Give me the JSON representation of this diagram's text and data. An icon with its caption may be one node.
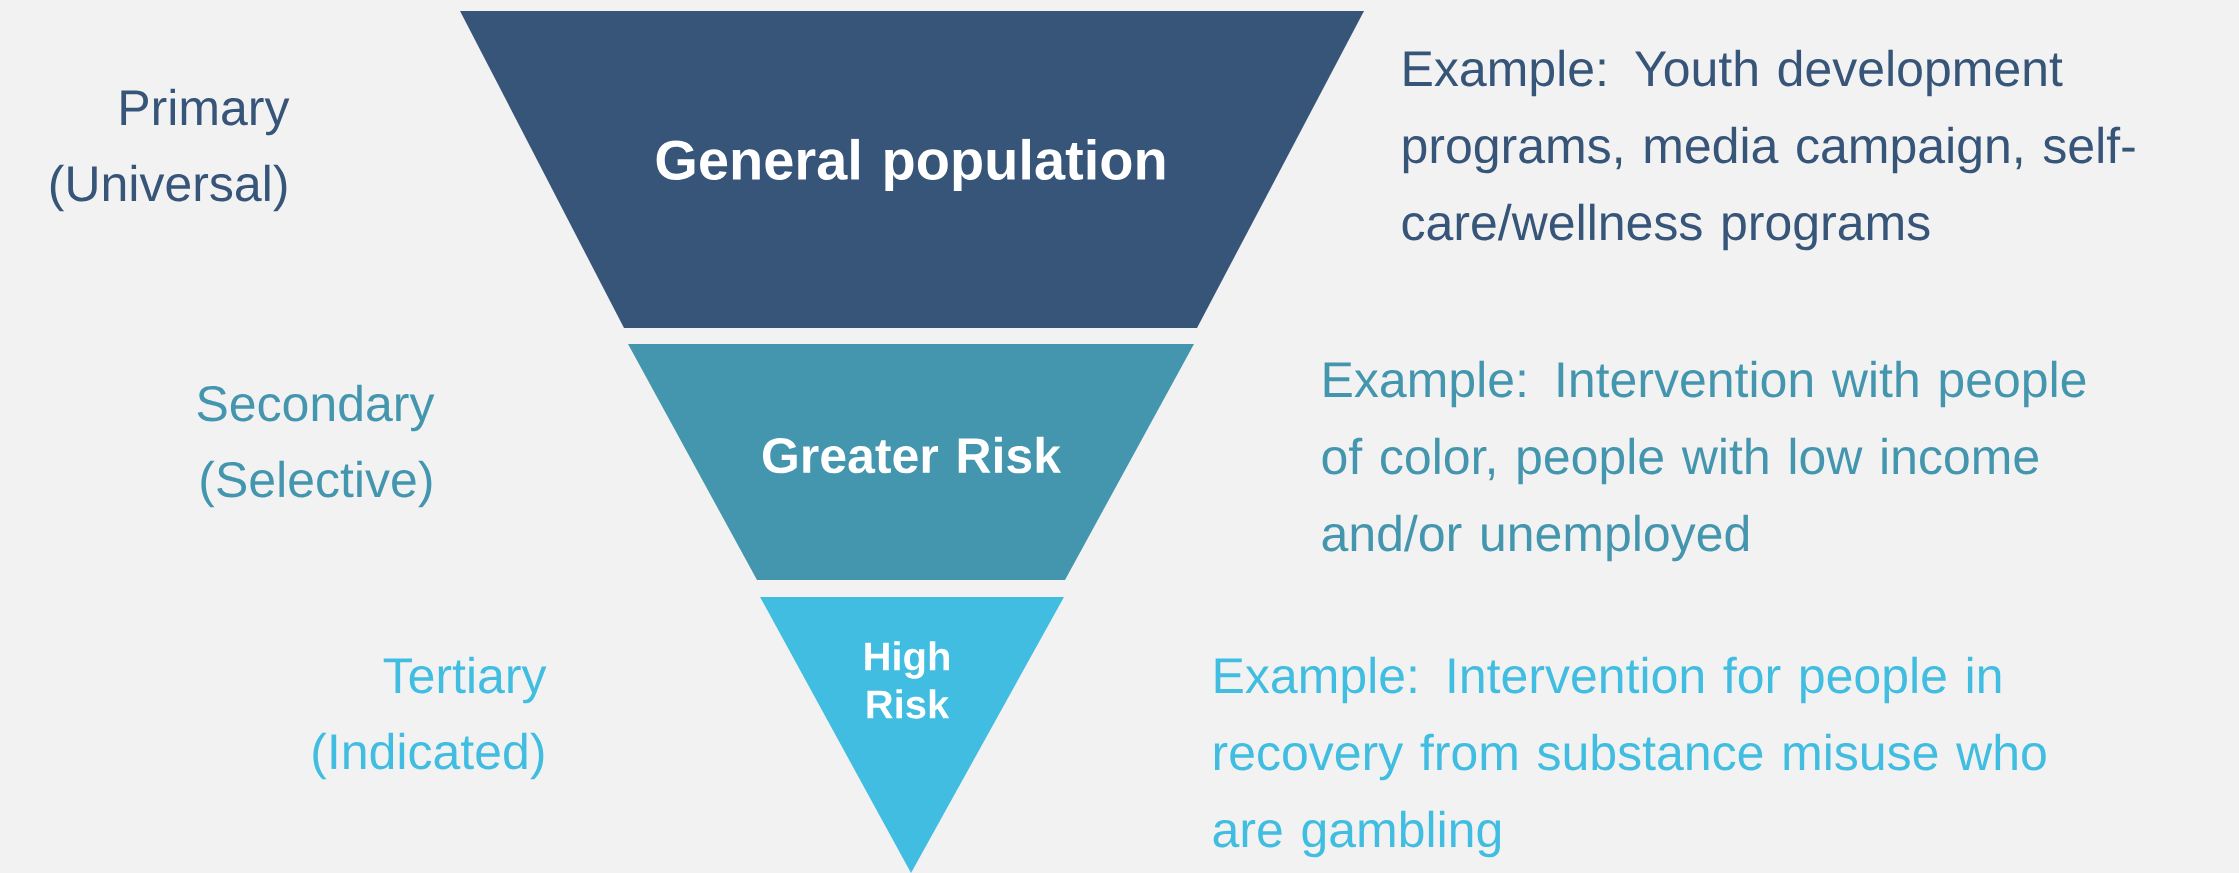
{
  "diagram": {
    "nodes": [
      {
        "text": [
          "General population"
        ]
      },
      {
        "text": [
          "Greater Risk"
        ]
      },
      {
        "text": [
          "High Risk"
        ]
      }
    ],
    "labels": [
      "Primary (Universal)",
      "Example: Youth development programs, media campaign, self-care/wellness programs",
      "Secondary (Selective)",
      "Example: Intervention with people of color, people with low income and/or unemployed",
      "Tertiary (Indicated)",
      "Example: Intervention for people in recovery from substance misuse who are gambling"
    ]
  }
}
